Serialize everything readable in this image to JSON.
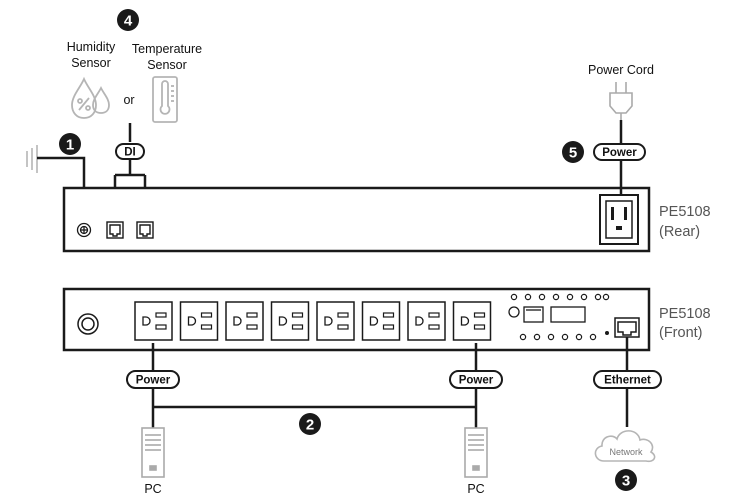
{
  "labels": {
    "humidity_sensor_line1": "Humidity",
    "humidity_sensor_line2": "Sensor",
    "or": "or",
    "temperature_sensor_line1": "Temperature",
    "temperature_sensor_line2": "Sensor",
    "power_cord": "Power Cord",
    "di": "DI",
    "power": "Power",
    "ethernet": "Ethernet",
    "network": "Network",
    "pc": "PC"
  },
  "devices": {
    "rear_model": "PE5108",
    "rear_side": "(Rear)",
    "front_model": "PE5108",
    "front_side": "(Front)"
  },
  "steps": [
    "1",
    "2",
    "3",
    "4",
    "5"
  ],
  "colors": {
    "line": "#1a1a1a",
    "icon_gray": "#b5b5b5",
    "text_gray": "#555555"
  }
}
